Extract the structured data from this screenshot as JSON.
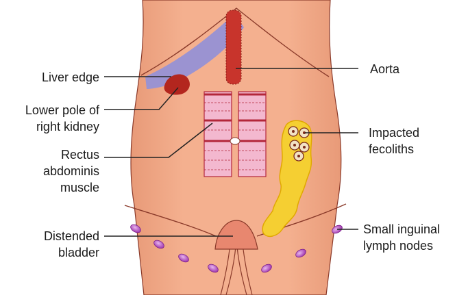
{
  "colors": {
    "skin": "#f4b08f",
    "skin_shadow": "#e89a78",
    "outline": "#8a3a2a",
    "liver": "#9b93d1",
    "aorta": "#c8342c",
    "kidney": "#b3261e",
    "muscle_fill": "#f3b8cf",
    "muscle_line": "#b3263a",
    "colon": "#f5cf32",
    "colon_edge": "#e0a800",
    "fecolith": "#f2e2c4",
    "fecolith_ring": "#7a2a1a",
    "bladder": "#e8876f",
    "node": "#a23ab0"
  },
  "labels": {
    "liver_edge": "Liver edge",
    "kidney_line1": "Lower pole of",
    "kidney_line2": "right kidney",
    "rectus_line1": "Rectus",
    "rectus_line2": "abdominis",
    "rectus_line3": "muscle",
    "bladder_line1": "Distended",
    "bladder_line2": "bladder",
    "aorta": "Aorta",
    "fecoliths_line1": "Impacted",
    "fecoliths_line2": "fecoliths",
    "nodes_line1": "Small inguinal",
    "nodes_line2": "lymph nodes"
  }
}
